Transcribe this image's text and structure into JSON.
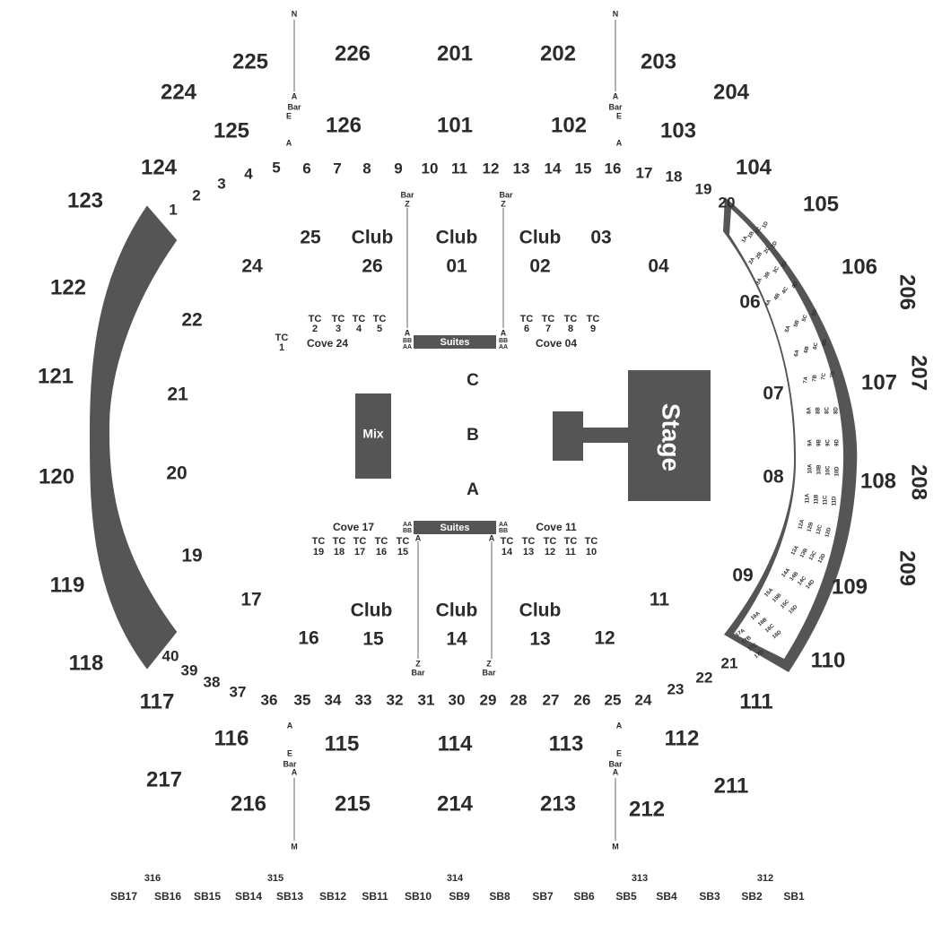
{
  "venue_map": {
    "stage_label": "Stage",
    "mix_label": "Mix",
    "suites_label": "Suites",
    "floor_rows": [
      "C",
      "B",
      "A"
    ],
    "upper_ring": [
      "225",
      "226",
      "201",
      "202",
      "203",
      "224",
      "204",
      "206",
      "207",
      "208",
      "209",
      "217",
      "216",
      "215",
      "214",
      "213",
      "212",
      "211"
    ],
    "lower_ring": [
      "125",
      "126",
      "101",
      "102",
      "103",
      "124",
      "104",
      "105",
      "106",
      "107",
      "108",
      "109",
      "110",
      "111",
      "123",
      "122",
      "121",
      "120",
      "119",
      "118",
      "117",
      "116",
      "115",
      "114",
      "113",
      "112"
    ],
    "floor_numbers_top": [
      "1",
      "2",
      "3",
      "4",
      "5",
      "6",
      "7",
      "8",
      "9",
      "10",
      "11",
      "12",
      "13",
      "14",
      "15",
      "16",
      "17",
      "18",
      "19",
      "20"
    ],
    "floor_numbers_bottom": [
      "21",
      "22",
      "23",
      "24",
      "25",
      "26",
      "27",
      "28",
      "29",
      "30",
      "31",
      "32",
      "33",
      "34",
      "35",
      "36",
      "37",
      "38",
      "39",
      "40"
    ],
    "inner_sections_top": [
      "25",
      "Club",
      "26",
      "Club",
      "01",
      "Club",
      "02",
      "03",
      "24",
      "04",
      "06",
      "22",
      "07",
      "21",
      "08",
      "20",
      "19",
      "09",
      "17",
      "11",
      "16",
      "Club",
      "15",
      "Club",
      "14",
      "Club",
      "13",
      "12"
    ],
    "tc_top": [
      "TC",
      "2",
      "TC",
      "3",
      "TC",
      "4",
      "TC",
      "5",
      "TC",
      "1",
      "TC",
      "6",
      "TC",
      "7",
      "TC",
      "8",
      "TC",
      "9"
    ],
    "tc_bottom": [
      "TC",
      "19",
      "TC",
      "18",
      "TC",
      "17",
      "TC",
      "16",
      "TC",
      "15",
      "TC",
      "14",
      "TC",
      "13",
      "TC",
      "12",
      "TC",
      "11",
      "TC",
      "10"
    ],
    "coves": [
      "Cove 24",
      "Cove 04",
      "Cove 17",
      "Cove 11"
    ],
    "aisle_labels": [
      "N",
      "A",
      "Bar",
      "E",
      "A",
      "N",
      "A",
      "Bar",
      "E",
      "A",
      "Bar",
      "Z",
      "A",
      "BB",
      "AA",
      "Bar",
      "Z",
      "A",
      "BB",
      "AA",
      "AA",
      "BB",
      "A",
      "AA",
      "BB",
      "A",
      "Z",
      "Bar",
      "Z",
      "Bar",
      "A",
      "E",
      "Bar",
      "A",
      "M",
      "A",
      "E",
      "Bar",
      "A",
      "M"
    ],
    "bench_seats": [
      "1A",
      "1B",
      "1C",
      "1D",
      "2A",
      "2B",
      "2C",
      "2D",
      "3A",
      "3B",
      "3C",
      "3D",
      "4A",
      "4B",
      "4C",
      "4D",
      "5A",
      "5B",
      "5C",
      "5D",
      "6A",
      "6B",
      "6C",
      "6D",
      "7A",
      "7B",
      "7C",
      "7D",
      "8A",
      "8B",
      "8C",
      "8D",
      "9A",
      "9B",
      "9C",
      "9D",
      "10A",
      "10B",
      "10C",
      "10D",
      "11A",
      "11B",
      "11C",
      "11D",
      "12A",
      "12B",
      "12C",
      "12D",
      "13A",
      "13B",
      "13C",
      "13D",
      "14A",
      "14B",
      "14C",
      "14D",
      "15A",
      "15B",
      "15C",
      "15D",
      "16A",
      "16B",
      "16C",
      "16D",
      "17A",
      "17B",
      "17C",
      "17D"
    ],
    "bottom_row": [
      "316",
      "315",
      "314",
      "313",
      "312",
      "SB17",
      "SB16",
      "SB15",
      "SB14",
      "SB13",
      "SB12",
      "SB11",
      "SB10",
      "SB9",
      "SB8",
      "SB7",
      "SB6",
      "SB5",
      "SB4",
      "SB3",
      "SB2",
      "SB1"
    ],
    "colors": {
      "dark": "#555555",
      "text": "#2b2b2b",
      "white": "#ffffff"
    }
  }
}
